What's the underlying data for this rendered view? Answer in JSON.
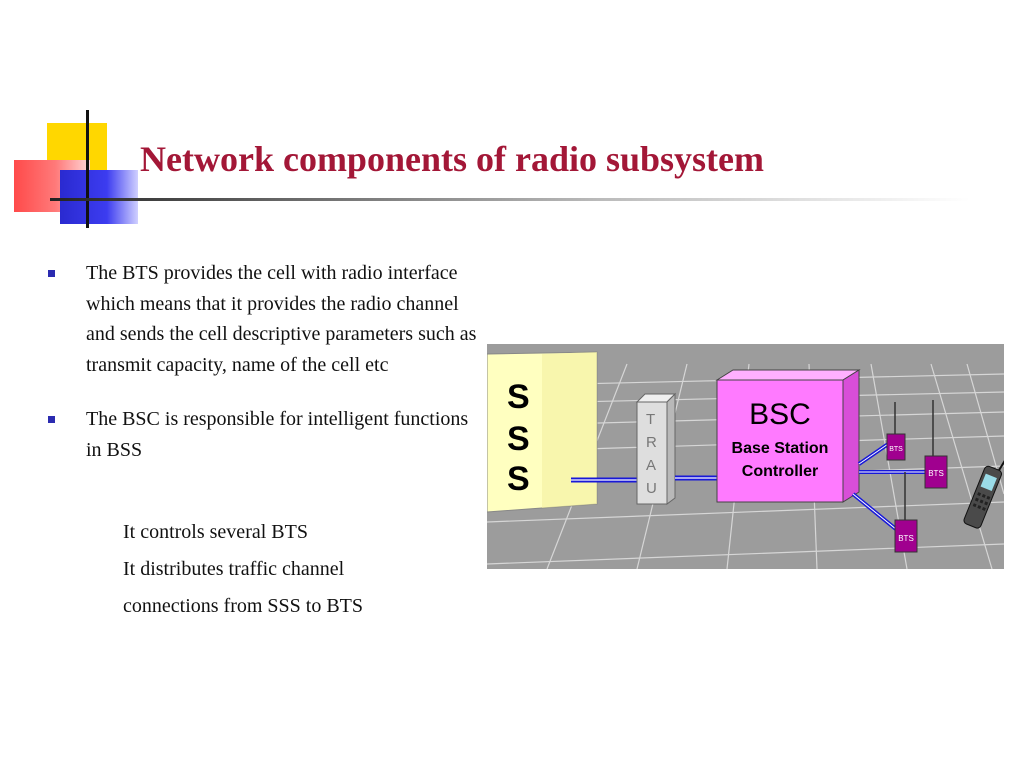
{
  "slide": {
    "title": "Network components of radio subsystem",
    "bullets": [
      {
        "text": "The BTS provides the cell with radio interface which means that it provides the radio channel and sends the cell descriptive parameters such as transmit capacity, name of the cell etc"
      },
      {
        "text": "The BSC is responsible for intelligent functions in BSS",
        "sub": [
          "It controls several BTS",
          "It distributes traffic channel",
          "connections from SSS to BTS"
        ]
      }
    ]
  },
  "diagram": {
    "sss_letters": [
      "S",
      "S",
      "S"
    ],
    "trau_letters": [
      "T",
      "R",
      "A",
      "U"
    ],
    "bsc_title": "BSC",
    "bsc_line1": "Base Station",
    "bsc_line2": "Controller",
    "bts_labels": [
      "BTS",
      "BTS",
      "BTS"
    ],
    "colors": {
      "floor": "#9c9c9c",
      "grid": "#d6d6d6",
      "sss_box": "#ffffc0",
      "bsc_box": "#ff7aff",
      "bts_box": "#a0008f",
      "link": "#1818d8",
      "title": "#a31737"
    }
  }
}
